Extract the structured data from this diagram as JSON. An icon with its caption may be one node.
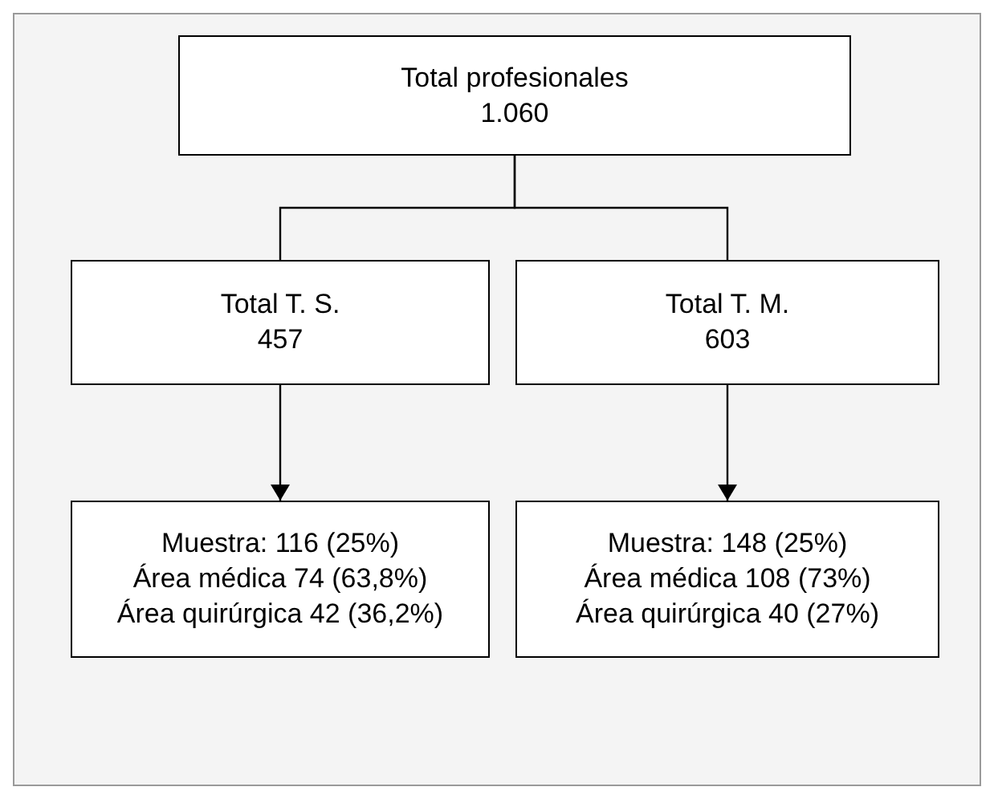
{
  "diagram": {
    "nodes": [
      {
        "text": [
          "Total profesionales",
          "1.060"
        ]
      },
      {
        "text": [
          "Total T. S.",
          "457"
        ]
      },
      {
        "text": [
          "Total T. M.",
          "603"
        ]
      },
      {
        "text": [
          "Muestra: 116 (25%)",
          "Área médica 74 (63,8%)",
          "Área quirúrgica 42 (36,2%)"
        ]
      },
      {
        "text": [
          "Muestra: 148 (25%)",
          "Área médica 108 (73%)",
          "Área quirúrgica 40 (27%)"
        ]
      }
    ],
    "edges": [
      {
        "from": 0,
        "to": 1,
        "arrow": "none"
      },
      {
        "from": 0,
        "to": 2,
        "arrow": "none"
      },
      {
        "from": 1,
        "to": 3,
        "arrow": "to"
      },
      {
        "from": 2,
        "to": 4,
        "arrow": "to"
      }
    ]
  }
}
